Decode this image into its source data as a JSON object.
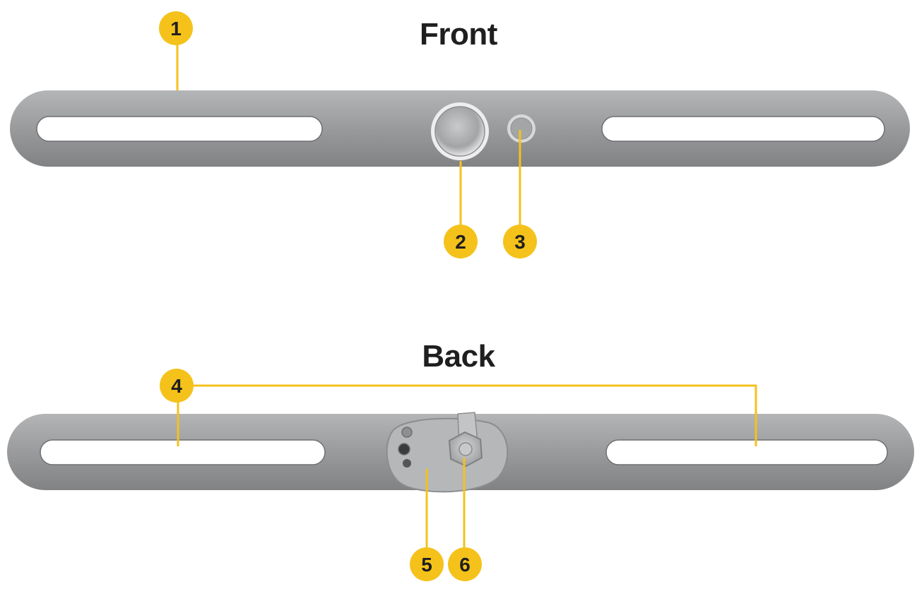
{
  "headings": {
    "front": "Front",
    "back": "Back"
  },
  "callouts": {
    "c1": "1",
    "c2": "2",
    "c3": "3",
    "c4": "4",
    "c5": "5",
    "c6": "6"
  },
  "colors": {
    "callout_fill": "#f4c21b",
    "leader_line": "#f4c21b",
    "metal": "#9a9b9d",
    "metal_dark": "#7d7e80",
    "slot": "#ffffff"
  }
}
